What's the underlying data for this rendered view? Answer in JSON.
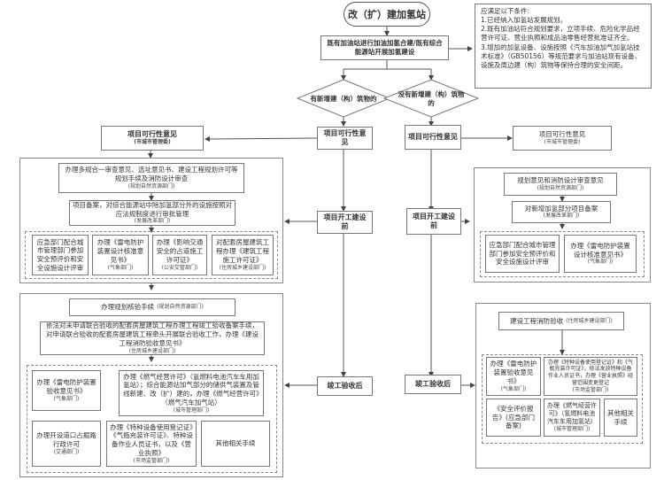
{
  "title": "改（扩）建加氢站",
  "start_step": "既有加油站进行加油加氢合建/既有综合能源站开展加氢建设",
  "conditions": {
    "heading": "应满足以下条件:",
    "items": [
      "1.已经纳入加氢站发展规划。",
      "2.既有加油站符合规划要求，立项手续、危险化学品经营许可证、营业执照和成品油零售经营批准证齐全。",
      "3.增加的加氢设备、设施按照《汽车加油加气加氢站技术标准》（GB50156）等规范要求与加油站现有设备、设施及周边建（构）筑物等保持合理的安全间距。"
    ]
  },
  "decisions": {
    "with_new": "有新增建（构）筑物的",
    "without_new": "没有新增建（构）筑物的"
  },
  "stages": {
    "feasibility": "项目可行性意见",
    "pre_construction": "项目开工建设前",
    "post_completion": "竣工验收后"
  },
  "left": {
    "feasibility": {
      "label": "项目可行性意见",
      "dept": "(市城市管理委)"
    },
    "pre": {
      "plan": {
        "label": "办理多规合一审查意见、选址意见书、建设工程规划许可等规划手续及消防设计审查",
        "dept": "(规划自然资源部门)"
      },
      "filing": {
        "label": "项目备案，对综合能源站中除加氢部分外的设施按照对应法规制度进行审批管理",
        "dept": "(发展改革部门)"
      },
      "items": [
        {
          "label": "应急部门配合城市管理部门参加安全预评价和安全设施设计评审",
          "dept": ""
        },
        {
          "label": "办理《雷电防护装置设计核准意见书》",
          "dept": "(气象部门)"
        },
        {
          "label": "办理《影响交通安全的占道施工许可证》",
          "dept": "(公安交管部门)"
        },
        {
          "label": "对配套房屋建筑工程办理《建筑工程施工许可证》",
          "dept": "(住房城乡建设部门)"
        }
      ]
    },
    "post": {
      "planning_check": {
        "label": "办理规划核验手续",
        "dept": "(规划自然资源部门)"
      },
      "acceptance": {
        "label": "依法对未申请联合验收的配套房屋建筑工程办理工程竣工验收备案手续，对申请联合验收的配套房屋建筑工程牵头开展联合验收工作，办理《建设工程消防验收意见书》",
        "dept": "(住房城乡建设部门)"
      },
      "items": [
        {
          "label": "办理《雷电防护装置验收意见书》",
          "dept": "(气象部门)"
        },
        {
          "label": "办理《燃气经营许可》（氢燃料电池汽车车用加氢站）；综合能源站加气部分的储供气装置及管线新建、改（扩）建的，办理《燃气经营许可》（燃气汽车加气站）",
          "dept": "(城市管理部门)"
        },
        {
          "label": "办理开设道口占掘路行政许可",
          "dept": "(交通部门)"
        },
        {
          "label": "办理《特种设备使用登记证》《气瓶充装许可证》、特种设备作业人员证书，以及《营业执照》",
          "dept": "(市场监管部门)"
        },
        {
          "label": "其他相关手续",
          "dept": ""
        }
      ]
    }
  },
  "right": {
    "feasibility": {
      "label": "项目可行性意见",
      "dept": "(市城市管理委)"
    },
    "pre": {
      "plan": {
        "label": "规划意见和消防设计审查意见",
        "dept": "(规划自然资源部门)"
      },
      "filing": {
        "label": "对新增加氢部分项目备案",
        "dept": "(发展改革部门)"
      },
      "items": [
        {
          "label": "应急部门配合城市管理部门参加安全预评价和安全设施设计评审",
          "dept": ""
        },
        {
          "label": "办理《雷电防护装置设计核准意见书》",
          "dept": "(气象部门)"
        }
      ]
    },
    "post": {
      "fire": {
        "label": "建设工程消防验收",
        "dept": "(住房城乡建设部门)"
      },
      "items": [
        {
          "label": "办理《雷电防护装置验收意见书》",
          "dept": "(气象部门)"
        },
        {
          "label": "办理《特种设备使用登记证》和《气瓶充装许可证》，依法发放特种设备作业人员证书，办理《营业执照》经营范围变更登记",
          "dept": "(市场监管部门)"
        },
        {
          "label": "《安全评价报告》(应急部门备案)",
          "dept": ""
        },
        {
          "label": "办理《燃气经营许可》（氢燃料电池汽车车用加氢站）",
          "dept": "(城市管理部门)"
        },
        {
          "label": "其他相关手续",
          "dept": ""
        }
      ]
    }
  }
}
